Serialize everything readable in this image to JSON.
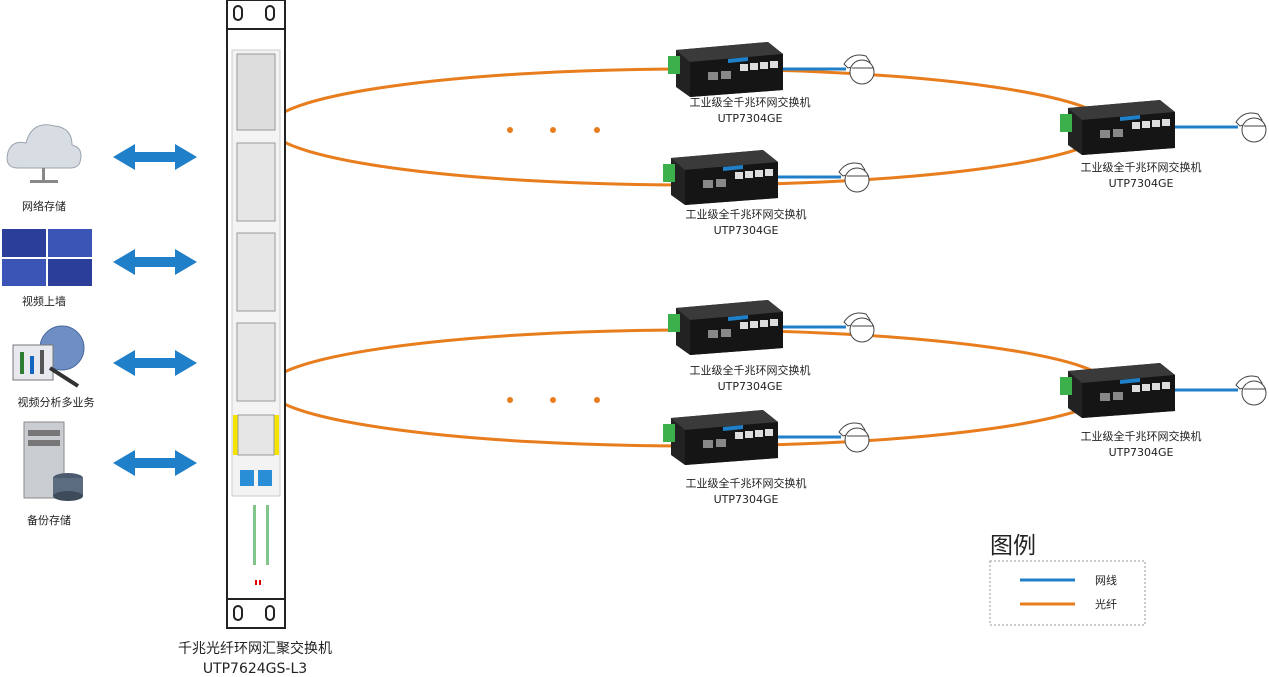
{
  "colors": {
    "fiber": "#e87d1e",
    "cable": "#1f7fc8",
    "arrow": "#1f7fc8"
  },
  "clients": [
    {
      "label": "网络存储",
      "icon": "cloud-storage-icon"
    },
    {
      "label": "视频上墙",
      "icon": "video-wall-icon"
    },
    {
      "label": "视频分析多业务",
      "icon": "video-analytics-icon"
    },
    {
      "label": "备份存储",
      "icon": "backup-server-icon"
    }
  ],
  "core_switch": {
    "name": "千兆光纤环网汇聚交换机",
    "model": "UTP7624GS-L3"
  },
  "ring_switches": [
    {
      "name": "工业级全千兆环网交换机",
      "model": "UTP7304GE"
    },
    {
      "name": "工业级全千兆环网交换机",
      "model": "UTP7304GE"
    },
    {
      "name": "工业级全千兆环网交换机",
      "model": "UTP7304GE"
    },
    {
      "name": "工业级全千兆环网交换机",
      "model": "UTP7304GE"
    },
    {
      "name": "工业级全千兆环网交换机",
      "model": "UTP7304GE"
    },
    {
      "name": "工业级全千兆环网交换机",
      "model": "UTP7304GE"
    }
  ],
  "ellipsis": "· · ·",
  "legend": {
    "title": "图例",
    "items": [
      {
        "label": "网线",
        "type": "cable"
      },
      {
        "label": "光纤",
        "type": "fiber"
      }
    ]
  }
}
